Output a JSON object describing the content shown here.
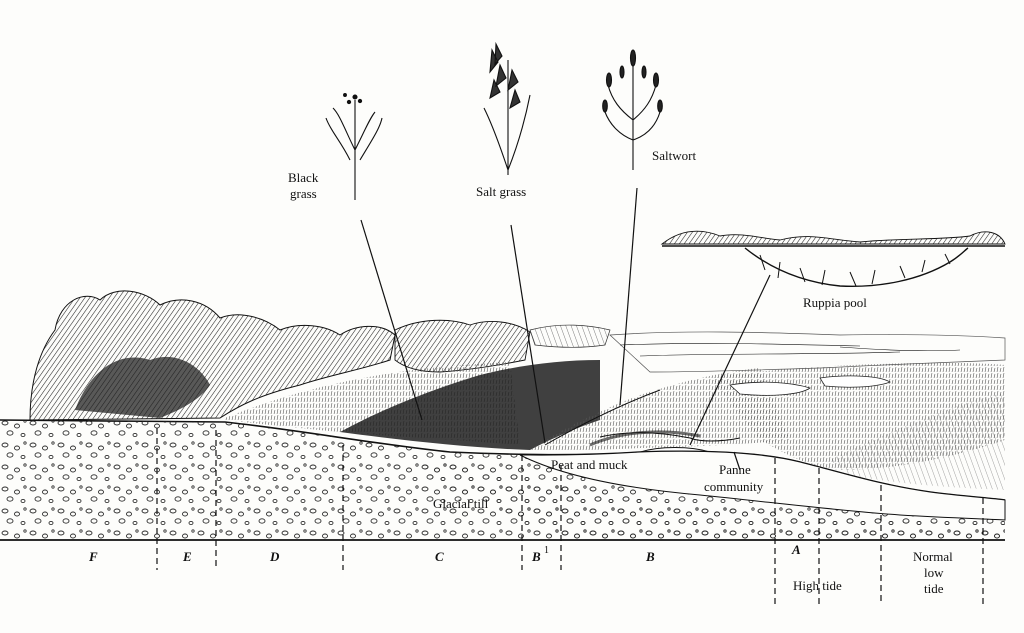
{
  "plants": {
    "black_grass_line1": "Black",
    "black_grass_line2": "grass",
    "salt_grass": "Salt grass",
    "saltwort": "Saltwort"
  },
  "features": {
    "ruppia_pool": "Ruppia pool",
    "peat_and_muck": "Peat and muck",
    "panne_line1": "Panne",
    "panne_line2": "community",
    "glacial_till": "Glacial till"
  },
  "zones": {
    "f": "F",
    "e": "E",
    "d": "D",
    "c": "C",
    "b1": "B",
    "b1_sup": "1",
    "b": "B",
    "a": "A"
  },
  "tides": {
    "high": "High tide",
    "low_line1": "Normal",
    "low_line2": "low",
    "low_line3": "tide"
  }
}
